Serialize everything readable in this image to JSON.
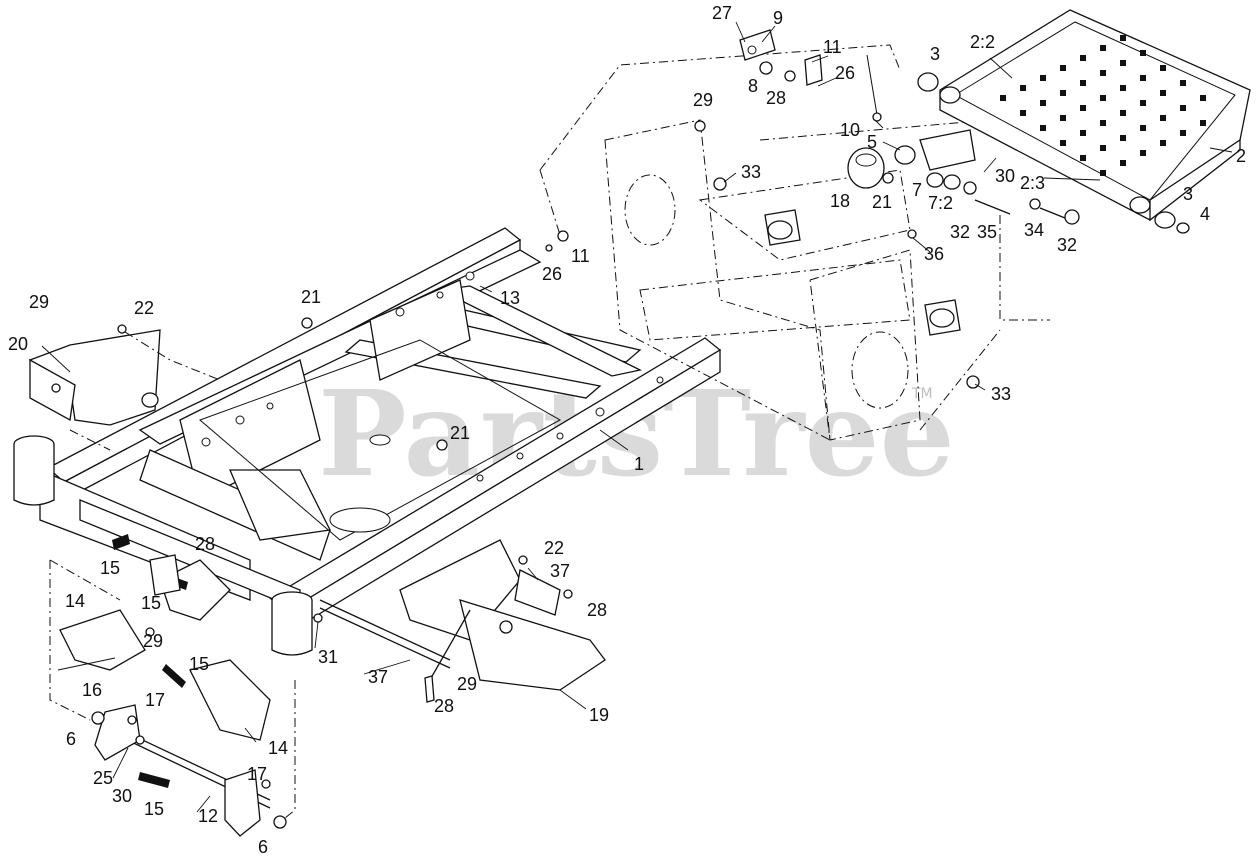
{
  "watermark": {
    "text": "PartsTree",
    "mark": "TM",
    "color": "#bdbdbd"
  },
  "callouts": {
    "c27": "27",
    "c9": "9",
    "c11a": "11",
    "c26a": "26",
    "c8": "8",
    "c28a": "28",
    "c3a": "3",
    "c22a": "2:2",
    "c29a": "29",
    "c10": "10",
    "c5": "5",
    "c2": "2",
    "c33a": "33",
    "c18": "18",
    "c21a": "21",
    "c7": "7",
    "c72": "7:2",
    "c30a": "30",
    "c23": "2:3",
    "c3b": "3",
    "c4": "4",
    "c32a": "32",
    "c35": "35",
    "c34": "34",
    "c32b": "32",
    "c36": "36",
    "c26b": "26",
    "c11b": "11",
    "c13": "13",
    "c21b": "21",
    "c29b": "29",
    "c22b": "22",
    "c20": "20",
    "c33b": "33",
    "c21c": "21",
    "c1": "1",
    "c28b": "28",
    "c22c": "22",
    "c15a": "15",
    "c37a": "37",
    "c15b": "15",
    "c28c": "28",
    "c14a": "14",
    "c29c": "29",
    "c31": "31",
    "c37b": "37",
    "c29d": "29",
    "c15c": "15",
    "c16": "16",
    "c28d": "28",
    "c19": "19",
    "c17a": "17",
    "c6a": "6",
    "c14b": "14",
    "c25": "25",
    "c30b": "30",
    "c17b": "17",
    "c15d": "15",
    "c12": "12",
    "c6b": "6"
  }
}
